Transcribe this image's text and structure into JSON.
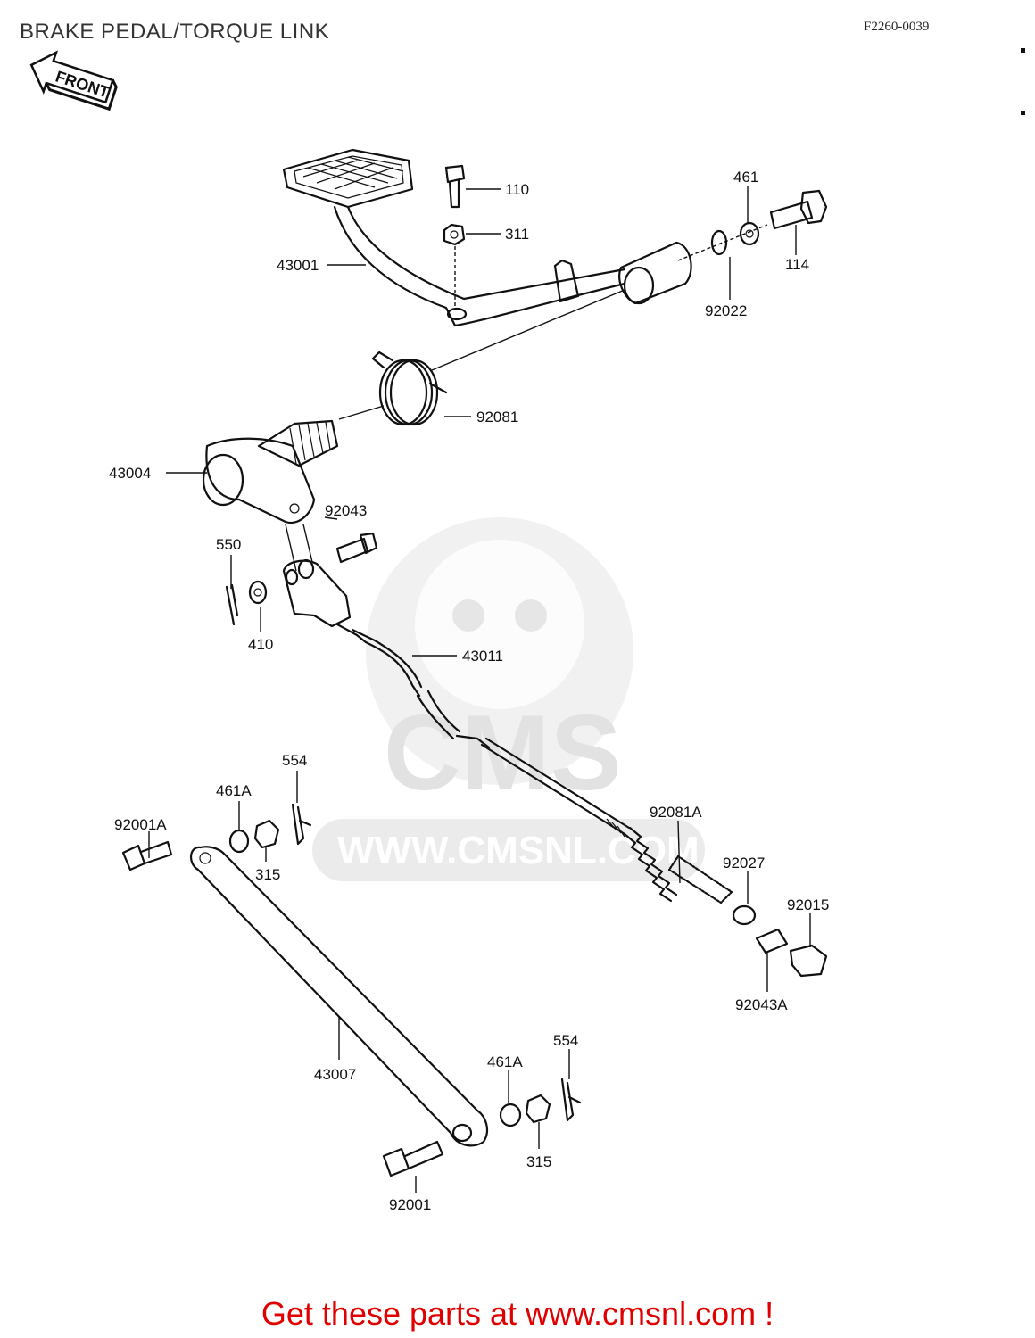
{
  "header": {
    "title": "BRAKE PEDAL/TORQUE LINK",
    "code": "F2260-0039"
  },
  "front_marker": "FRONT",
  "watermark": {
    "logo": "CMS",
    "url": "WWW.CMSNL.COM"
  },
  "parts": {
    "p110": "110",
    "p311": "311",
    "p461": "461",
    "p114": "114",
    "p43001": "43001",
    "p92022": "92022",
    "p92081": "92081",
    "p43004": "43004",
    "p92043": "92043",
    "p550": "550",
    "p410": "410",
    "p43011": "43011",
    "p554a": "554",
    "p461a": "461A",
    "p315a": "315",
    "p92001a": "92001A",
    "p92081a": "92081A",
    "p92027": "92027",
    "p92015": "92015",
    "p92043a": "92043A",
    "p43007": "43007",
    "p461a2": "461A",
    "p554b": "554",
    "p315b": "315",
    "p92001": "92001"
  },
  "footer": {
    "text": "Get these parts at www.cmsnl.com !"
  }
}
